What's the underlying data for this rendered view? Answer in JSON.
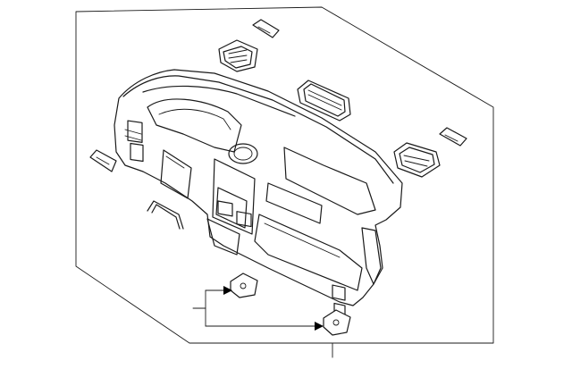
{
  "diagram": {
    "type": "exploded-parts-illustration",
    "subject": "instrument-panel",
    "parts": [
      {
        "id": "instrument-panel",
        "icon": "dashboard-icon"
      },
      {
        "id": "vent-upper-left",
        "icon": "air-vent-icon"
      },
      {
        "id": "vent-center",
        "icon": "air-vent-icon"
      },
      {
        "id": "vent-right",
        "icon": "air-vent-icon"
      },
      {
        "id": "defrost-grille-left",
        "icon": "grille-icon"
      },
      {
        "id": "defrost-grille-right",
        "icon": "grille-icon"
      },
      {
        "id": "side-vent-left",
        "icon": "grille-icon"
      },
      {
        "id": "bracket-upper",
        "icon": "bracket-icon"
      },
      {
        "id": "bracket-lower",
        "icon": "bracket-icon"
      },
      {
        "id": "support-bar",
        "icon": "bar-icon"
      }
    ],
    "colors": {
      "line": "#1a1a1a",
      "background": "#ffffff",
      "arrow": "#000000"
    }
  }
}
